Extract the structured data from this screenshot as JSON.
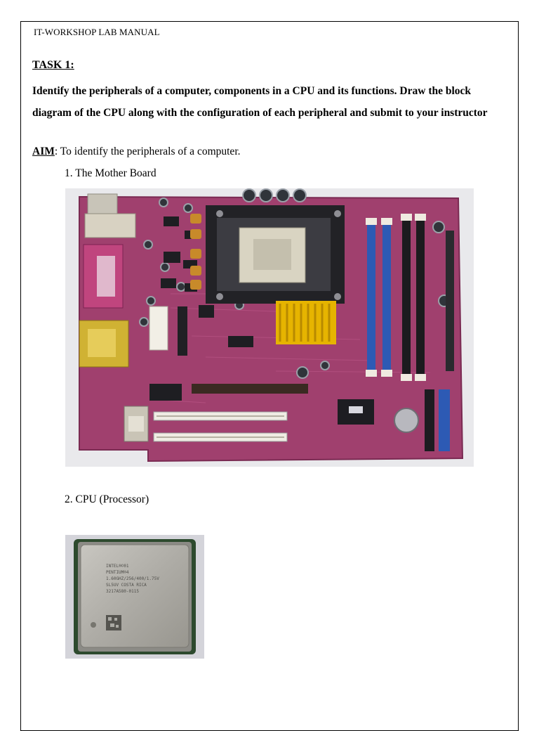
{
  "header": {
    "title": "IT-WORKSHOP LAB MANUAL"
  },
  "task": {
    "heading": "TASK 1:",
    "description": " Identify the peripherals of a computer, components in a CPU and its functions. Draw the block diagram of the CPU along with the configuration of each peripheral and submit to your instructor"
  },
  "aim": {
    "label": "AIM",
    "text": ": To identify the peripherals of a computer."
  },
  "items": [
    {
      "label": "1.  The Mother Board"
    },
    {
      "label": "2. CPU (Processor)"
    }
  ],
  "images": {
    "motherboard": {
      "subject": "motherboard-photo"
    },
    "cpu": {
      "subject": "cpu-photo",
      "chip_text": [
        "INTEL®©01",
        "PENTIUM®4",
        "1.60GHZ/256/400/1.75V",
        "SL5UV COSTA RICA",
        "3217A580-0115"
      ]
    }
  },
  "colors": {
    "board": "#a0406e",
    "ram_slot": "#2d5ab4",
    "heatsink": "#e6b400",
    "connector": "#d8c04a",
    "border": "#000000"
  }
}
